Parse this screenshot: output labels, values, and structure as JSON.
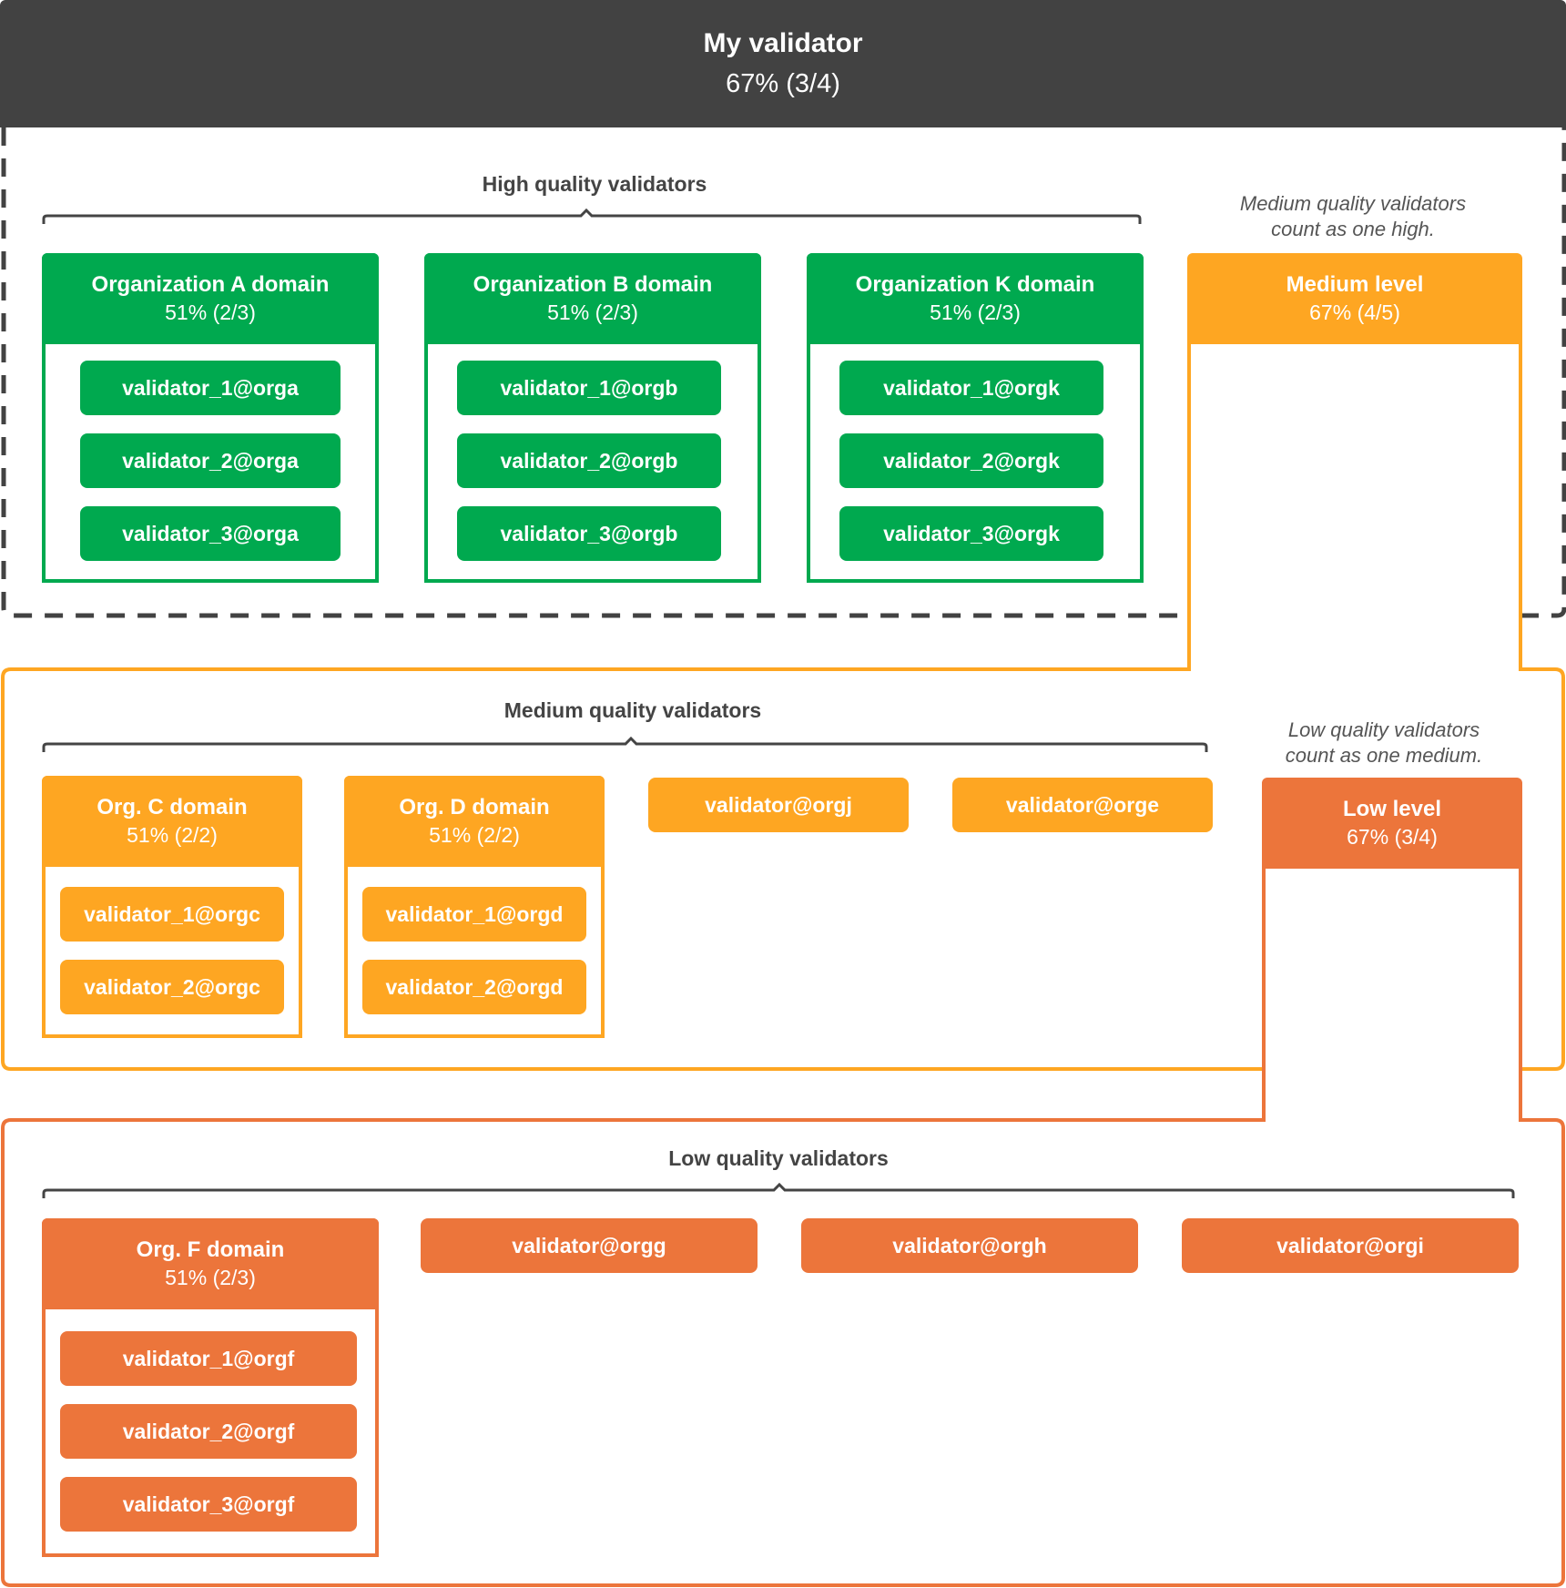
{
  "colors": {
    "header": "#424242",
    "high": "#00a94f",
    "medium": "#fea622",
    "low": "#ec753b",
    "text": "#444444"
  },
  "root": {
    "title": "My validator",
    "threshold": "67% (3/4)"
  },
  "high": {
    "label": "High quality validators",
    "note_line1": "Medium quality validators",
    "note_line2": "count as one high.",
    "orgs": [
      {
        "title": "Organization A domain",
        "threshold": "51% (2/3)",
        "validators": [
          "validator_1@orga",
          "validator_2@orga",
          "validator_3@orga"
        ]
      },
      {
        "title": "Organization B domain",
        "threshold": "51% (2/3)",
        "validators": [
          "validator_1@orgb",
          "validator_2@orgb",
          "validator_3@orgb"
        ]
      },
      {
        "title": "Organization K domain",
        "threshold": "51% (2/3)",
        "validators": [
          "validator_1@orgk",
          "validator_2@orgk",
          "validator_3@orgk"
        ]
      }
    ],
    "level": {
      "title": "Medium level",
      "threshold": "67% (4/5)"
    }
  },
  "medium": {
    "label": "Medium quality validators",
    "note_line1": "Low quality validators",
    "note_line2": "count as one medium.",
    "orgs": [
      {
        "title": "Org. C domain",
        "threshold": "51% (2/2)",
        "validators": [
          "validator_1@orgc",
          "validator_2@orgc"
        ]
      },
      {
        "title": "Org. D domain",
        "threshold": "51% (2/2)",
        "validators": [
          "validator_1@orgd",
          "validator_2@orgd"
        ]
      }
    ],
    "singles": [
      "validator@orgj",
      "validator@orge"
    ],
    "level": {
      "title": "Low level",
      "threshold": "67% (3/4)"
    }
  },
  "low": {
    "label": "Low quality validators",
    "orgs": [
      {
        "title": "Org. F domain",
        "threshold": "51% (2/3)",
        "validators": [
          "validator_1@orgf",
          "validator_2@orgf",
          "validator_3@orgf"
        ]
      }
    ],
    "singles": [
      "validator@orgg",
      "validator@orgh",
      "validator@orgi"
    ]
  }
}
